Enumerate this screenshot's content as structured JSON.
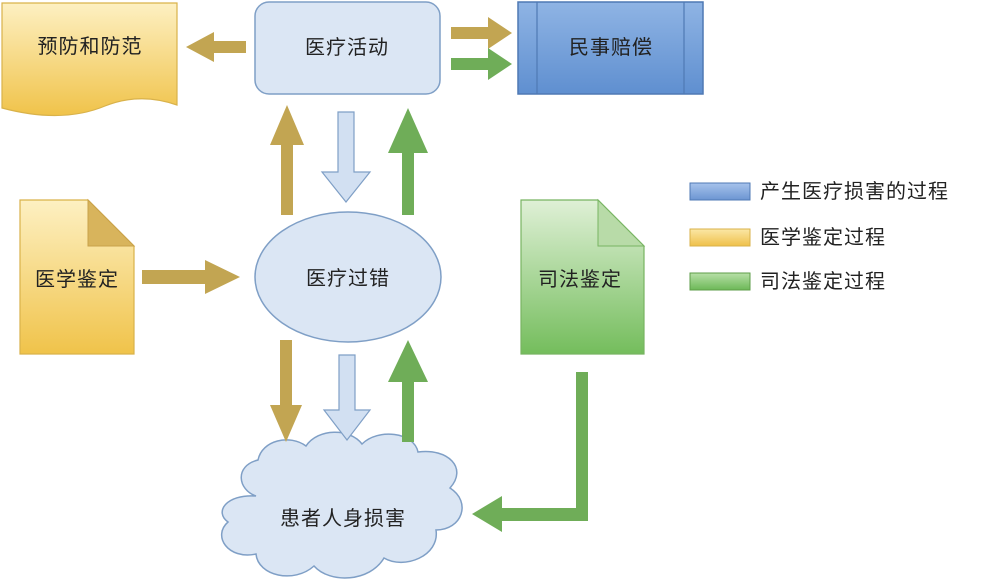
{
  "nodes": {
    "medical_activity": "医疗活动",
    "prevention": "预防和防范",
    "civil_compensation": "民事赔偿",
    "medical_error": "医疗过错",
    "medical_appraisal": "医学鉴定",
    "judicial_appraisal": "司法鉴定",
    "patient_harm": "患者人身损害"
  },
  "legend": [
    {
      "label": "产生医疗损害的过程",
      "color": "#7fa6dc"
    },
    {
      "label": "医学鉴定过程",
      "color": "#f2c95c"
    },
    {
      "label": "司法鉴定过程",
      "color": "#7cc06a"
    }
  ],
  "colors": {
    "blue_fill": "#dbe6f4",
    "blue_stroke": "#7f9fc6",
    "gold_arrow": "#c2a552",
    "green_arrow": "#6fad58",
    "light_blue_arrow": "#d2e0f2"
  }
}
